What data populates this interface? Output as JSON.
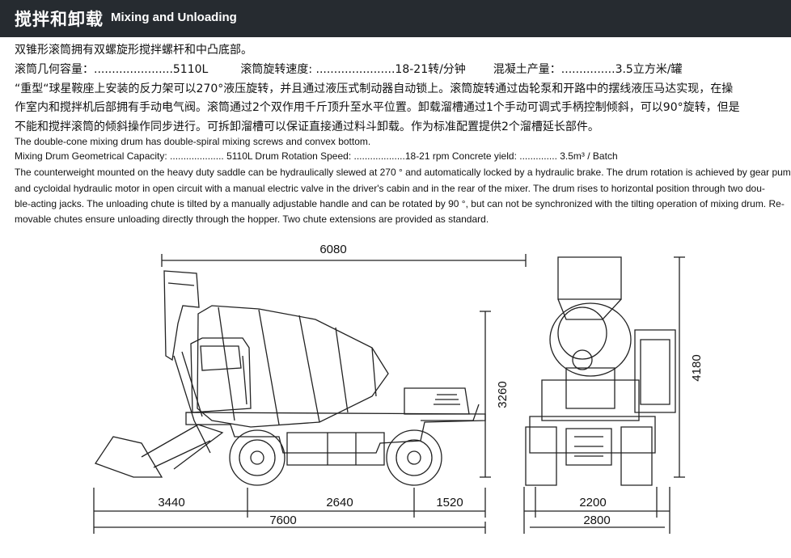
{
  "header": {
    "title_zh": "搅拌和卸载",
    "title_en": "Mixing and Unloading"
  },
  "zh": {
    "line1": "双锥形滚筒拥有双螺旋形搅拌螺杆和中凸底部。",
    "spec1": "滚筒几何容量：......................5110L",
    "spec2": "滚筒旋转速度: ......................18-21转/分钟",
    "spec3": "混凝土产量：...............3.5立方米/罐",
    "p1": "“重型“球星鞍座上安装的反力架可以270°液压旋转，并且通过液压式制动器自动锁上。滚筒旋转通过齿轮泵和开路中的摆线液压马达实现，在操",
    "p2": "作室内和搅拌机后部拥有手动电气阀。滚筒通过2个双作用千斤顶升至水平位置。卸载溜槽通过1个手动可调式手柄控制倾斜，可以90°旋转，但是",
    "p3": "不能和搅拌滚筒的倾斜操作同步进行。可拆卸溜槽可以保证直接通过料斗卸载。作为标准配置提供2个溜槽延长部件。"
  },
  "en": {
    "line1": "The double-cone mixing drum has double-spiral mixing  screws and convex bottom.",
    "specs": "Mixing Drum Geometrical Capacity: .................... 5110L Drum Rotation Speed: ...................18-21 rpm Concrete yield: .............. 3.5m³ / Batch",
    "p1": "The counterweight mounted on the heavy duty saddle can be hydraulically slewed at 270 ° and automatically locked by a hydraulic brake. The drum rotation is achieved by gear pump",
    "p2": "and cycloidal hydraulic motor in open circuit with a manual electric valve in the driver's cabin and in the rear of the mixer. The drum rises to horizontal position through two dou-",
    "p3": "ble-acting jacks. The unloading chute is tilted by a manually adjustable handle and can be rotated by 90 °, but can not be synchronized with the tilting operation of mixing drum. Re-",
    "p4": "movable chutes ensure unloading directly through the hopper. Two chute extensions are provided as standard."
  },
  "dims": {
    "top_length": "6080",
    "height_side": "3260",
    "front_seg": "3440",
    "mid_seg": "2640",
    "rear_seg": "1520",
    "total_length": "7600",
    "height_front": "4180",
    "track_width": "2200",
    "overall_width": "2800"
  }
}
